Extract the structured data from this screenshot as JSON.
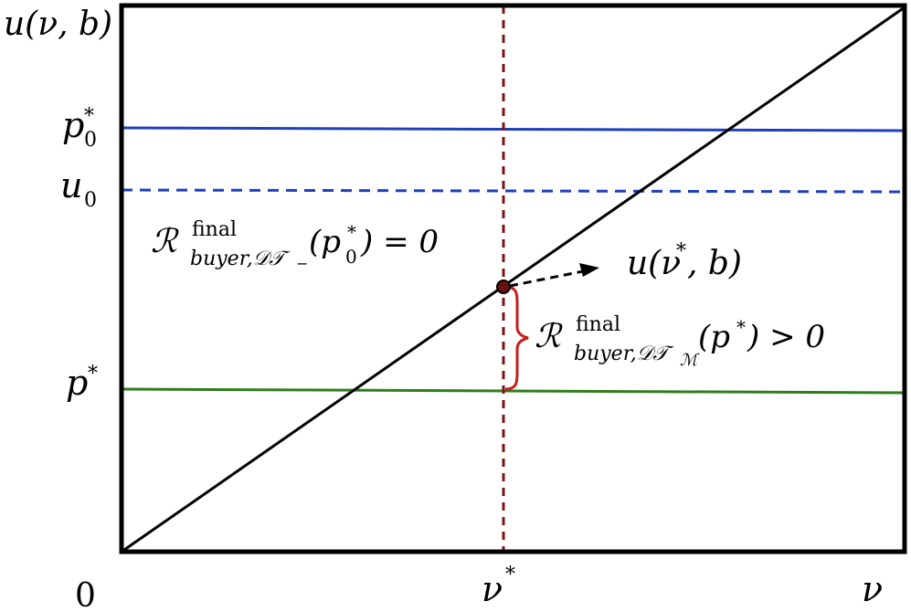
{
  "axes": {
    "y_label": "u(ν, b)",
    "x_label": "ν",
    "origin_label": "0",
    "x_tick_label": "ν*"
  },
  "y_ticks": {
    "p0_star": "p*0",
    "u0": "u0",
    "p_star": "p*"
  },
  "annotations": {
    "point_label": "u(ν*, b)",
    "r_dt_minus": "Rfinal buyer,DT− (p*0) = 0",
    "r_dt_m": "Rfinal buyer,DTM (p*) > 0"
  },
  "colors": {
    "p0_star_line": "#1f3fbf",
    "u0_line": "#1f3fbf",
    "p_star_line": "#2f7d1a",
    "vertical_line": "#7a1414",
    "brace": "#c81e1e",
    "diagonal": "#000000",
    "frame": "#000000"
  }
}
